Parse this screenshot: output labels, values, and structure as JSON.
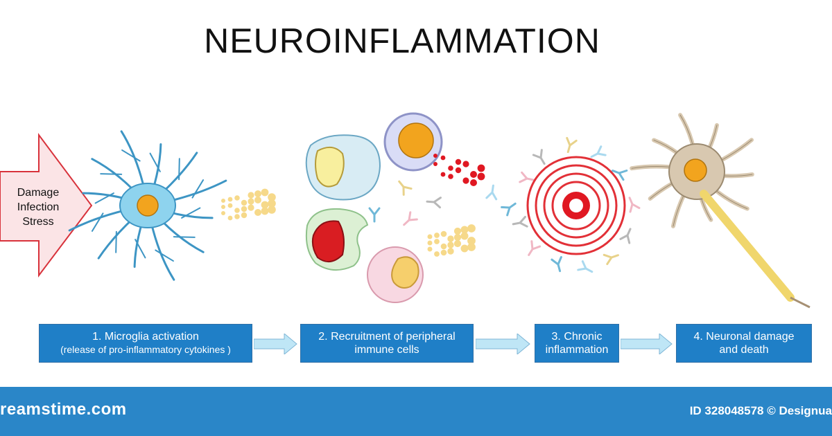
{
  "title": "NEUROINFLAMMATION",
  "trigger": {
    "lines": [
      "Damage",
      "Infection",
      "Stress"
    ],
    "fill_color": "#fbe4e6",
    "stroke_color": "#d8323b"
  },
  "steps": [
    {
      "line1": "1. Microglia activation",
      "line2": "(release of pro-inflammatory cytokines )"
    },
    {
      "line1": "2. Recruitment of peripheral",
      "line2": "immune cells"
    },
    {
      "line1": "3. Chronic",
      "line2": "inflammation"
    },
    {
      "line1": "4. Neuronal damage",
      "line2": "and death"
    }
  ],
  "colors": {
    "step_box": "#1f7fc7",
    "flow_arrow": "#bfe6f6",
    "bottom_bar": "#2a86c8",
    "cytokine": "#f6d98a",
    "red_dot": "#e01822",
    "microglia": "#8ed3ee",
    "nucleus": "#f2a41e",
    "neuron": "#d8c8b0",
    "axon": "#f0d66c"
  },
  "footer": {
    "brand": "reamstime.com",
    "stock_id": "ID 328048578 © Designua"
  }
}
